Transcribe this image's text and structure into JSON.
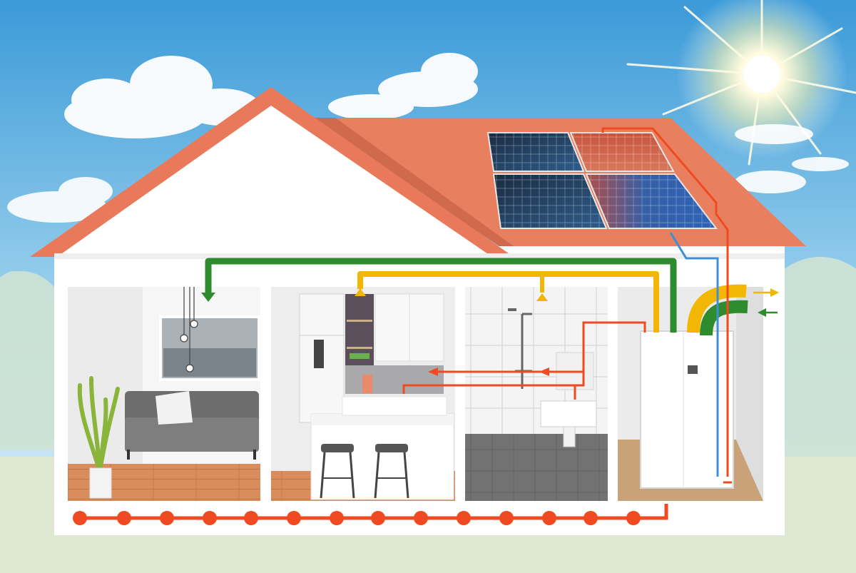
{
  "scene": {
    "description_text": "",
    "colors": {
      "sky_top": "#4aa6e0",
      "sky_bottom": "#d9eef7",
      "ground": "#dfe8d0",
      "roof": "#e8795a",
      "roof_dark": "#c9674b",
      "wall": "#ffffff",
      "floor_wood": "#d98b5a",
      "floor_tile": "#6f6f70",
      "supply_air": "#2e8b2e",
      "extract_air": "#f2b705",
      "hot_water": "#f04a23",
      "cold_water": "#3d8fd6",
      "solar_pv": "#1b2c45",
      "solar_thermal": "#e46c4b"
    },
    "rooms": [
      "living-room",
      "kitchen",
      "bathroom",
      "utility-room"
    ],
    "systems": [
      "solar-photovoltaic",
      "solar-thermal",
      "ventilation-supply",
      "ventilation-extract",
      "hot-water",
      "underfloor-heating",
      "heat-pump-unit"
    ],
    "icons": [
      "sun-icon",
      "cloud-icon",
      "house-icon",
      "arrow-icon",
      "radiator-loop-icon"
    ]
  }
}
